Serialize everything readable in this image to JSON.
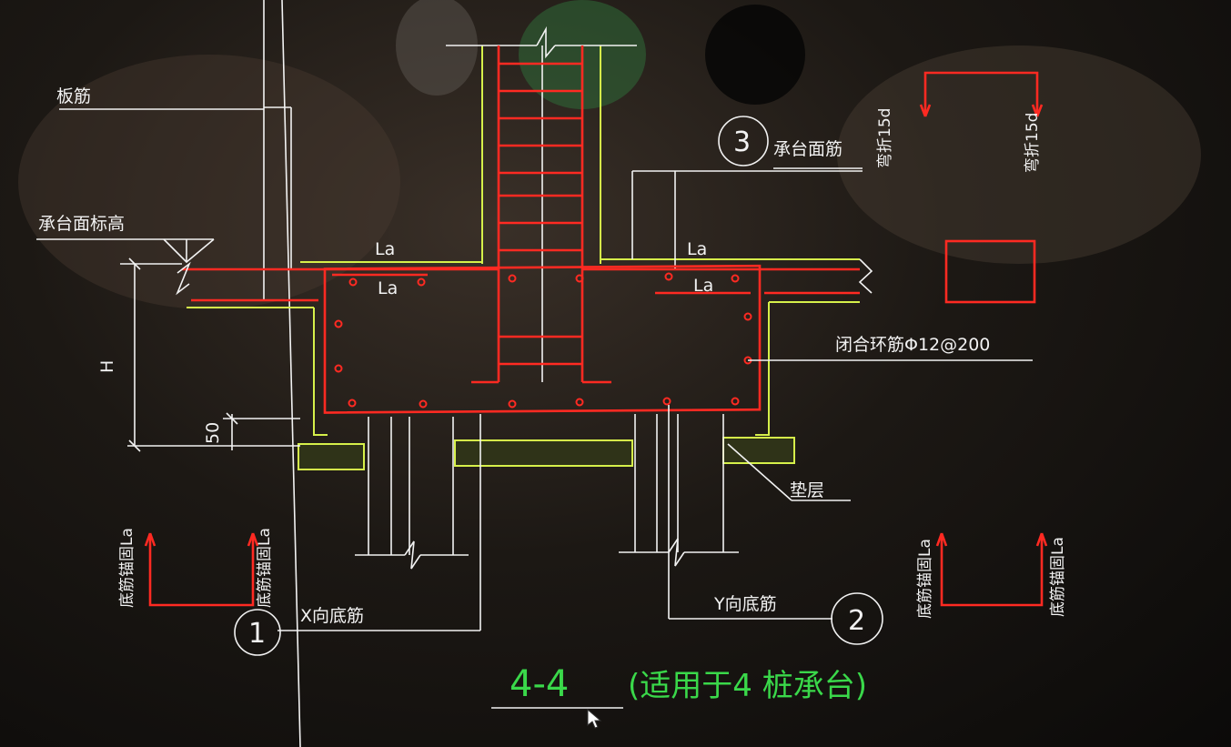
{
  "labels": {
    "slab_bar": "板筋",
    "cap_top_elev": "承台面标高",
    "la_top_left": "La",
    "la_top_right": "La",
    "la_second_left": "La",
    "la_second_right": "La",
    "cap_top_bar": "承台面筋",
    "closed_stirrup": "闭合环筋Φ12@200",
    "cushion": "垫层",
    "x_bottom_bar": "X向底筋",
    "y_bottom_bar": "Y向底筋",
    "dim_h": "H",
    "dim_50": "50",
    "bend_15d_left": "弯折15d",
    "bend_15d_right": "弯折15d",
    "anchor_la_1": "底筋锚固La",
    "anchor_la_2": "底筋锚固La",
    "anchor_la_3": "底筋锚固La",
    "anchor_la_4": "底筋锚固La"
  },
  "callouts": {
    "c1": "1",
    "c2": "2",
    "c3": "3"
  },
  "title": {
    "section": "4-4",
    "note": "(适用于4 桩承台)"
  },
  "colors": {
    "rebar": "#ff2a22",
    "outline": "#d6f04a",
    "lines": "#f2f2f2",
    "title": "#3ad84a"
  }
}
